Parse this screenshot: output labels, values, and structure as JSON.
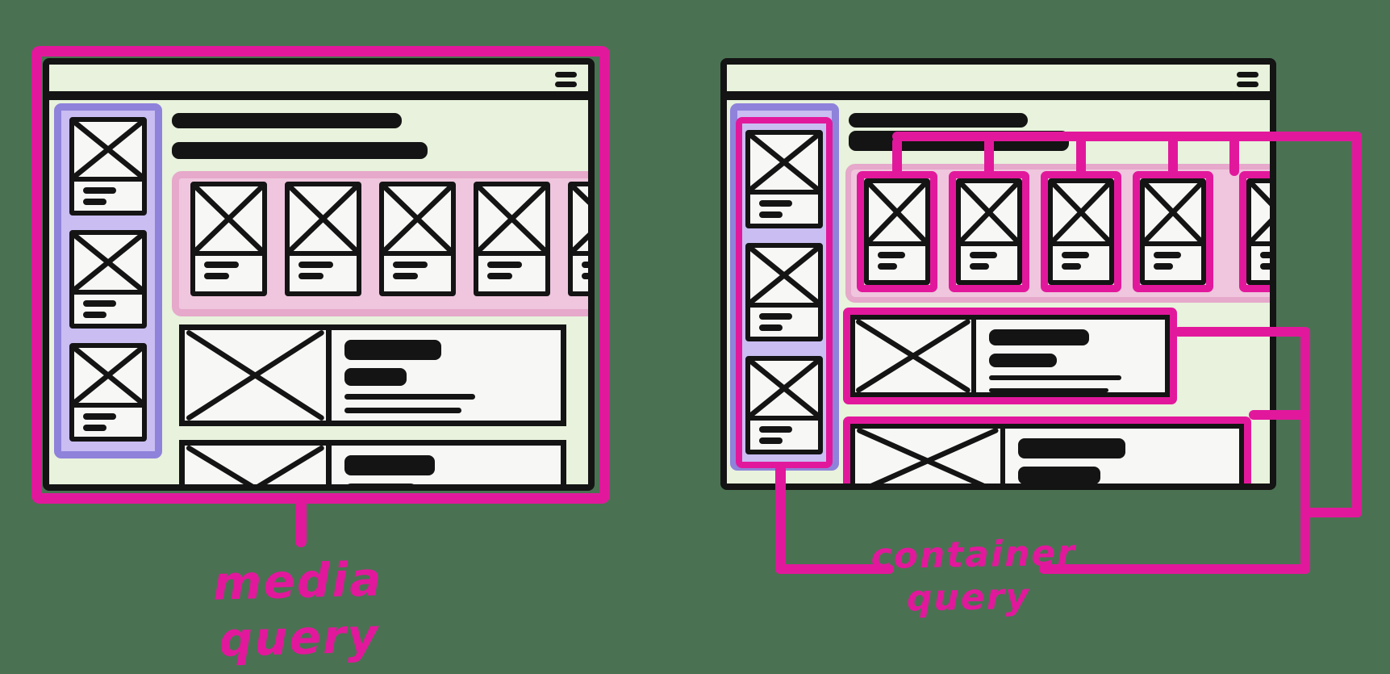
{
  "colors": {
    "bg": "#4A7252",
    "ink": "#141414",
    "magenta": "#E2189C",
    "mint": "#E8F2DC",
    "purple_fill": "#C9BDF2",
    "purple_border": "#8F82DB",
    "pink_fill": "#EFC6DD",
    "pink_edge": "#E6A8CB",
    "card": "#F7F7F5"
  },
  "left_panel": {
    "label": "media query",
    "sidebar_card_count": 3,
    "row_card_count": 5,
    "article_row_count": 2
  },
  "right_panel": {
    "label": "container query",
    "sidebar_card_count": 3,
    "row_card_count": 5,
    "article_row_count": 2
  }
}
